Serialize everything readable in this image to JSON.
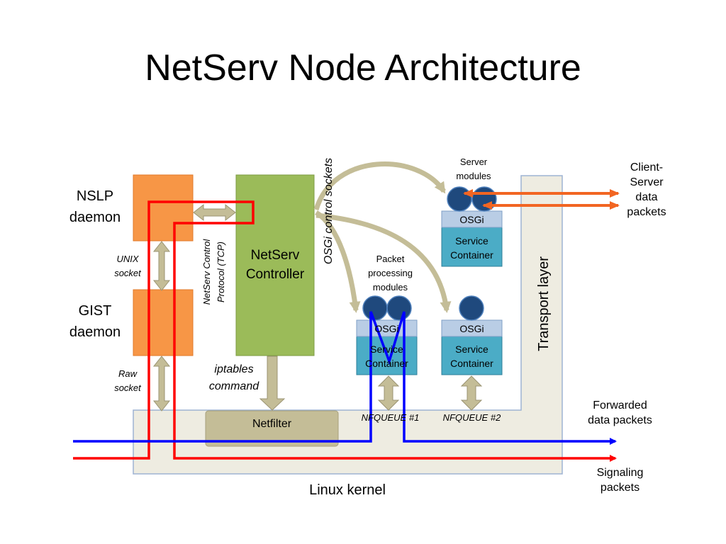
{
  "title": "NetServ Node Architecture",
  "nodes": {
    "nslp_daemon": "NSLP\ndaemon",
    "gist_daemon": "GIST\ndaemon",
    "netserv_controller": "NetServ\nController",
    "netfilter": "Netfilter",
    "linux_kernel": "Linux kernel",
    "transport_layer": "Transport layer",
    "osgi": "OSGi",
    "service_container": "Service\nContainer"
  },
  "labels": {
    "unix_socket": "UNIX\nsocket",
    "raw_socket": "Raw\nsocket",
    "netserv_control_protocol": "NetServ Control\nProtocol (TCP)",
    "osgi_control_sockets": "OSGi control sockets",
    "iptables_command": "iptables\ncommand",
    "server_modules": "Server\nmodules",
    "packet_processing_modules": "Packet\nprocessing\nmodules",
    "nfqueue_1": "NFQUEUE #1",
    "nfqueue_2": "NFQUEUE #2",
    "client_server_data_packets": "Client-\nServer\ndata\npackets",
    "forwarded_data_packets": "Forwarded\ndata packets",
    "signaling_packets": "Signaling\npackets"
  },
  "colors": {
    "daemon": "#f79646",
    "controller": "#9bbb59",
    "netfilter": "#c4bd97",
    "kernel": "#eeece1",
    "osgi": "#b9cde5",
    "service_container": "#4bacc6",
    "module": "#1f497d",
    "arrow": "#c4bd97",
    "signaling_path": "#ff0000",
    "forwarded_path": "#0000ff",
    "client_server_path": "#f26522"
  }
}
